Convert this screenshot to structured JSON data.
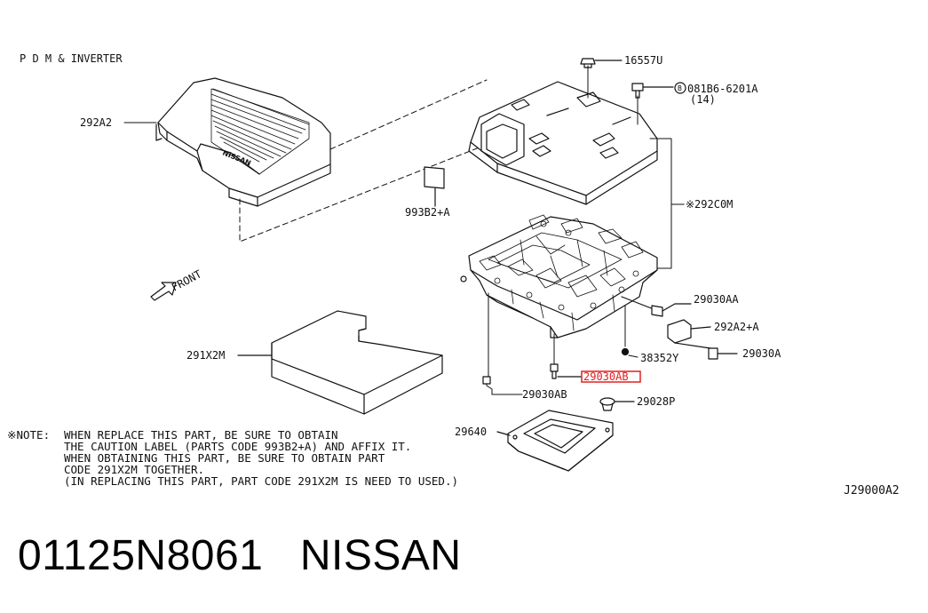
{
  "diagram": {
    "title": "P D M & INVERTER",
    "ref_code": "J29000A2",
    "parts": {
      "cover": "292A2",
      "label": "993B2+A",
      "lid_bolt_cap": "16557U",
      "bolt_spec": "081B6-6201A",
      "bolt_qty": "(14)",
      "bolt_mark": "B",
      "assembly": "※292C0M",
      "bolt_aa": "29030AA",
      "connector": "292A2+A",
      "bolt_a": "29030A",
      "clip": "38352Y",
      "bolt_ab_highlight": "29030AB",
      "bolt_ab": "29030AB",
      "plug": "29028P",
      "bracket": "29640",
      "insulator": "291X2M",
      "front": "FRONT"
    },
    "cover_logo": "NISSAN",
    "highlight_color": "#e02020",
    "note_prefix": "※NOTE:",
    "note_lines": [
      "WHEN REPLACE THIS PART, BE SURE TO OBTAIN",
      "THE CAUTION LABEL (PARTS CODE 993B2+A) AND AFFIX IT.",
      "WHEN OBTAINING THIS PART, BE SURE TO OBTAIN PART",
      "CODE 291X2M TOGETHER.",
      "(IN REPLACING THIS PART, PART CODE 291X2M IS NEED TO USED.)"
    ]
  },
  "footer": {
    "part_number": "01125N8061",
    "brand": "NISSAN"
  }
}
